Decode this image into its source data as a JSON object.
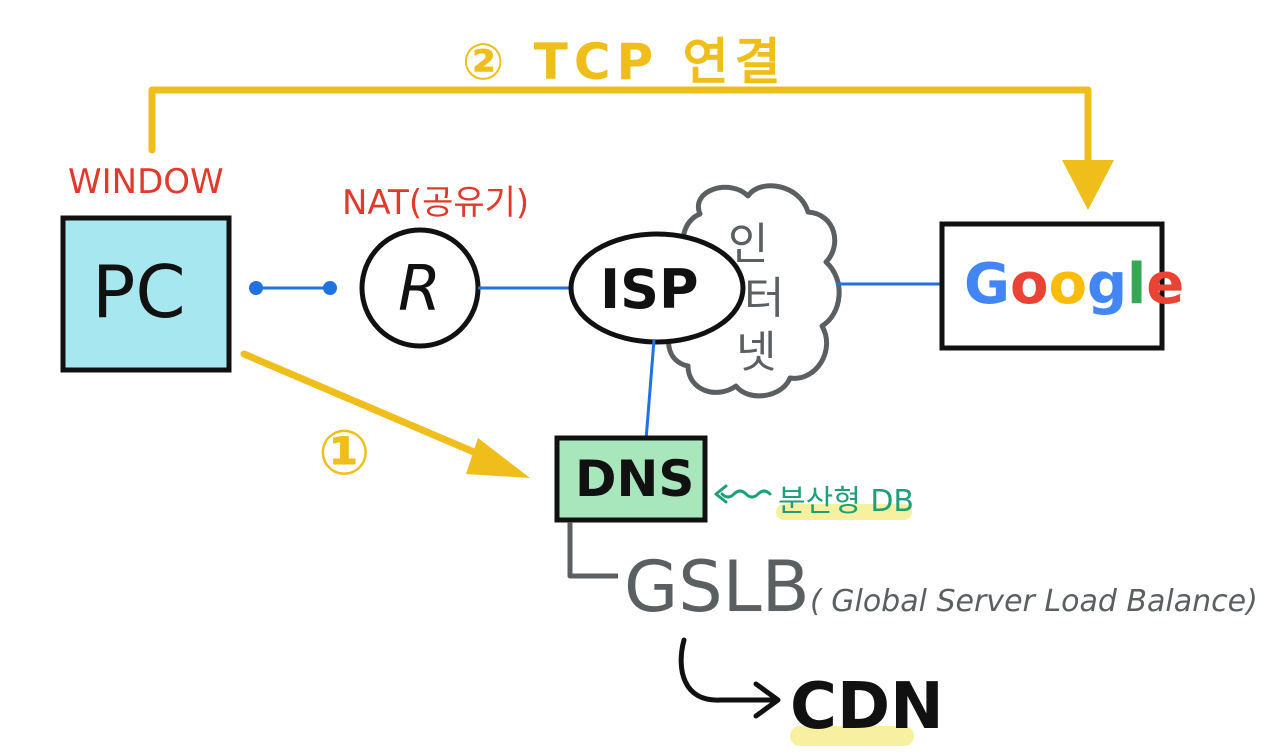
{
  "tcp_label": "② TCP 연결",
  "dns_step_label": "①",
  "window_label": "WINDOW",
  "pc_label": "PC",
  "nat_label": "NAT(공유기)",
  "router_label": "R",
  "isp_label": "ISP",
  "internet_label_chars": [
    "인",
    "터",
    "넷"
  ],
  "google_label": {
    "letters": [
      "G",
      "o",
      "o",
      "g",
      "l",
      "e"
    ],
    "colors": [
      "#4285F4",
      "#EA4335",
      "#FBBC05",
      "#4285F4",
      "#34A853",
      "#EA4335"
    ]
  },
  "dns_label": "DNS",
  "dns_note": "분산형 DB",
  "gslb_label": "GSLB",
  "gslb_full": "( Global Server Load Balance)",
  "cdn_label": "CDN",
  "colors": {
    "yellow": "#EFBE1A",
    "red": "#E03A2B",
    "blue": "#1F72E0",
    "pc_fill": "#A7E7EF",
    "dns_fill": "#A8E6BC",
    "teal": "#1F9E7A",
    "gray": "#5A6062",
    "highlight": "#F7F0A0"
  }
}
